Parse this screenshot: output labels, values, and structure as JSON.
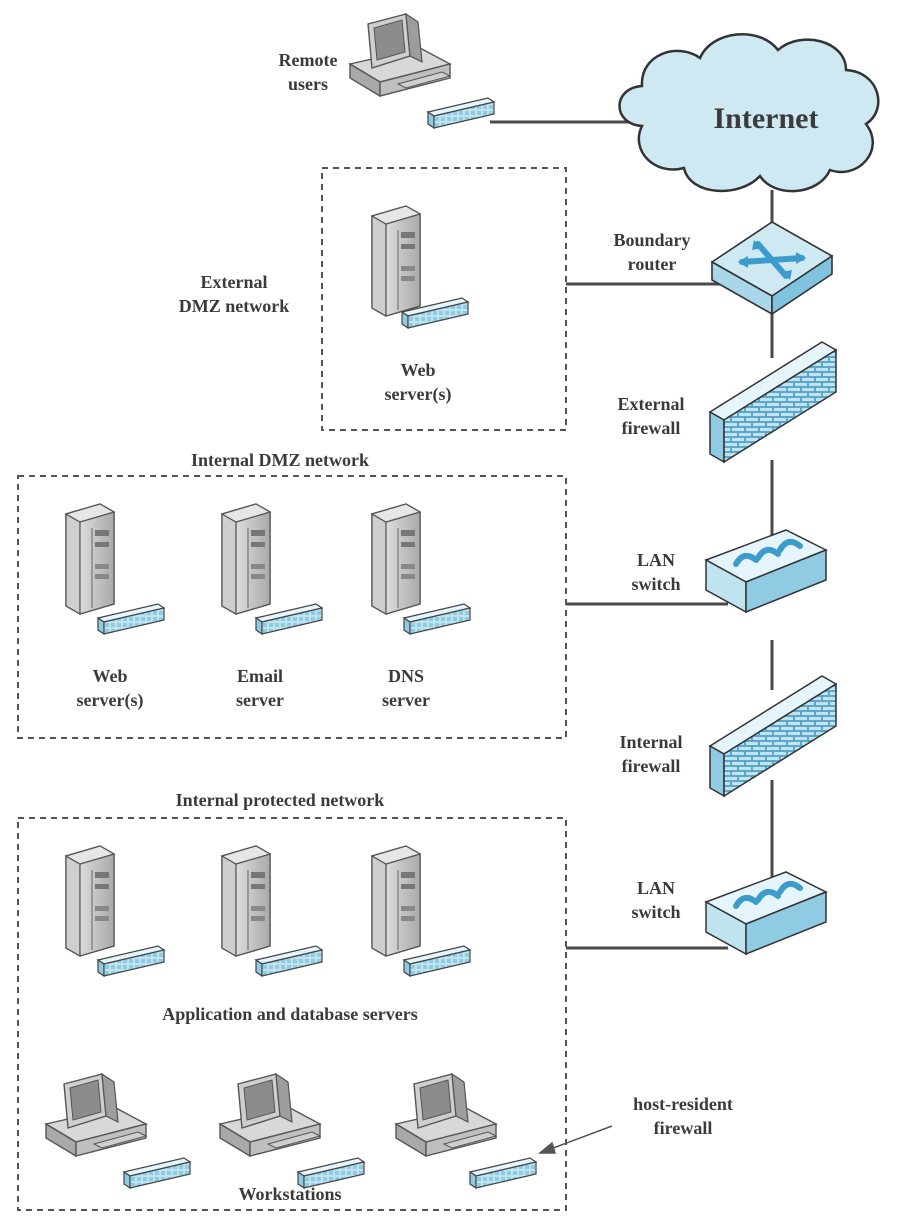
{
  "labels": {
    "remote_users": [
      "Remote",
      "users"
    ],
    "internet": "Internet",
    "boundary_router": [
      "Boundary",
      "router"
    ],
    "external_dmz": [
      "External",
      "DMZ network"
    ],
    "web_server_ext": [
      "Web",
      "server(s)"
    ],
    "external_firewall": [
      "External",
      "firewall"
    ],
    "internal_dmz": "Internal DMZ network",
    "lan_switch_1": [
      "LAN",
      "switch"
    ],
    "web_server_int": [
      "Web",
      "server(s)"
    ],
    "email_server": [
      "Email",
      "server"
    ],
    "dns_server": [
      "DNS",
      "server"
    ],
    "internal_firewall": [
      "Internal",
      "firewall"
    ],
    "internal_protected": "Internal protected network",
    "lan_switch_2": [
      "LAN",
      "switch"
    ],
    "app_db_servers": "Application and database servers",
    "host_resident_firewall": [
      "host-resident",
      "firewall"
    ],
    "workstations": "Workstations"
  },
  "colors": {
    "device_blue": "#bfe4f0",
    "device_blue_dark": "#5aa8cc",
    "server_gray": "#bdbdbd",
    "line": "#4a4a4a"
  }
}
